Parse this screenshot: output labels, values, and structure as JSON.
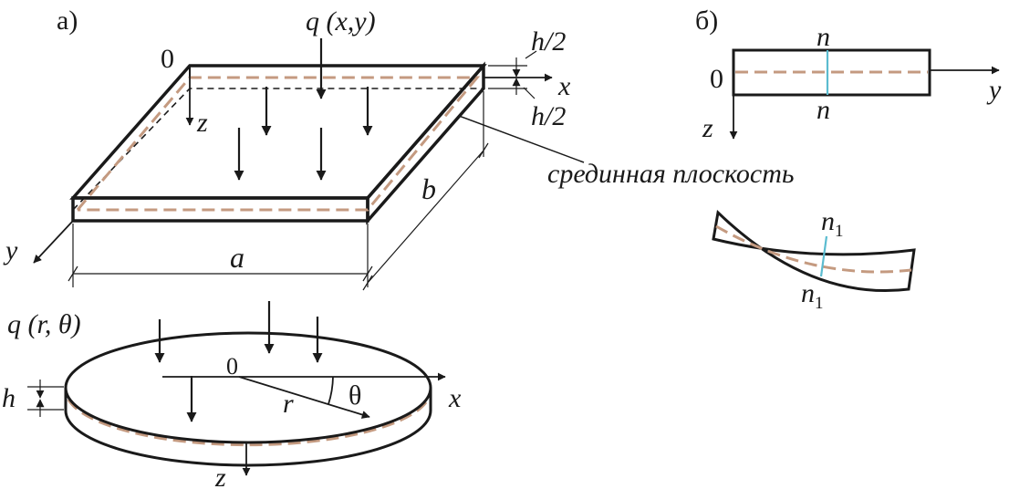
{
  "colors": {
    "ink": "#1a1a1a",
    "midplane": "#c49a80",
    "normal": "#5bbcd0",
    "background": "#ffffff"
  },
  "panel_a": {
    "label": "а)",
    "plate": {
      "load": "q (x,y)",
      "origin": "0",
      "axis_x": "x",
      "axis_y": "y",
      "axis_z": "z",
      "half_thickness_top": "h/2",
      "half_thickness_bottom": "h/2",
      "side_a": "a",
      "side_b": "b",
      "midplane_label": "срединная плоскость"
    },
    "disk": {
      "load": "q (r, θ)",
      "origin": "0",
      "axis_x": "x",
      "axis_z": "z",
      "radius": "r",
      "angle": "θ",
      "thickness": "h"
    }
  },
  "panel_b": {
    "label": "б)",
    "origin": "0",
    "axis_y": "y",
    "axis_z": "z",
    "normal_top": "n",
    "normal_bottom": "n",
    "deformed_normal_top": "n",
    "deformed_normal_bottom": "n",
    "deformed_subscript": "1"
  }
}
